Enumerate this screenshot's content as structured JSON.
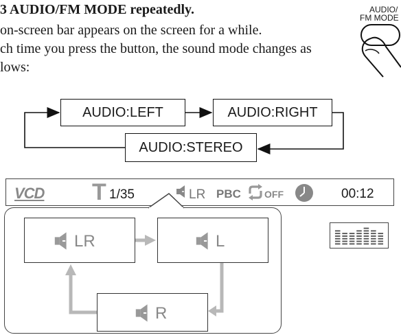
{
  "instructions": {
    "line1": "3 AUDIO/FM MODE repeatedly.",
    "line2": "on-screen bar appears on the screen for a while.",
    "line3": "ch time you press the button, the sound mode changes as",
    "line4": "lows:"
  },
  "button_caption": {
    "line1": "AUDIO/",
    "line2": "FM MODE"
  },
  "flow": {
    "box_left": "AUDIO:LEFT",
    "box_right": "AUDIO:RIGHT",
    "box_stereo": "AUDIO:STEREO"
  },
  "osd": {
    "disc_type": "VCD",
    "track_letter": "T",
    "track": "1/35",
    "audio_mode": "LR",
    "pbc": "PBC",
    "repeat": "OFF",
    "time": "00:12"
  },
  "callout": {
    "mode_lr": "LR",
    "mode_l": "L",
    "mode_r": "R"
  },
  "colors": {
    "text": "#1a1a1a",
    "osd_gray": "#888888",
    "arrow_gray": "#b8b8b8"
  }
}
